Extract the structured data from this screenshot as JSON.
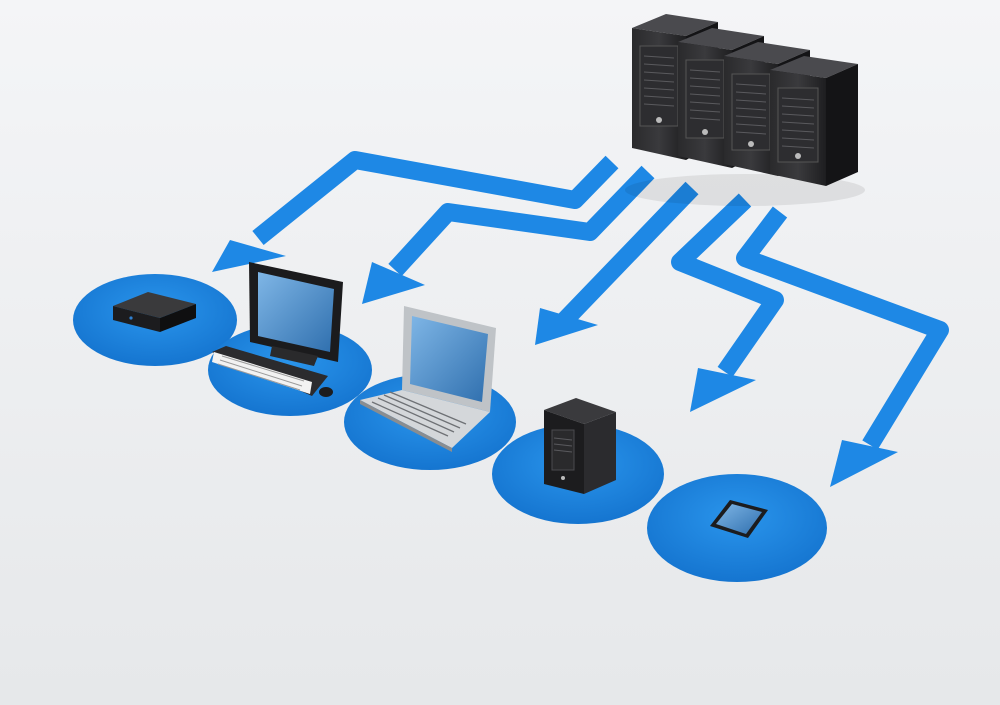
{
  "scene": {
    "server_rack_units": 4,
    "client_devices": [
      "set-top-box-icon",
      "desktop-computer-icon",
      "laptop-icon",
      "tower-pc-icon",
      "tablet-icon"
    ],
    "connections": [
      {
        "from": "server-rack",
        "to": "set-top-box"
      },
      {
        "from": "server-rack",
        "to": "desktop-computer"
      },
      {
        "from": "server-rack",
        "to": "laptop"
      },
      {
        "from": "server-rack",
        "to": "tower-pc"
      },
      {
        "from": "server-rack",
        "to": "tablet"
      }
    ]
  },
  "colors": {
    "background": "#eef0f2",
    "accent_blue": "#1e88e5",
    "accent_blue_dark": "#1565c0",
    "server_black": "#1c1c1e",
    "screen_blue": "#4a90c8"
  }
}
